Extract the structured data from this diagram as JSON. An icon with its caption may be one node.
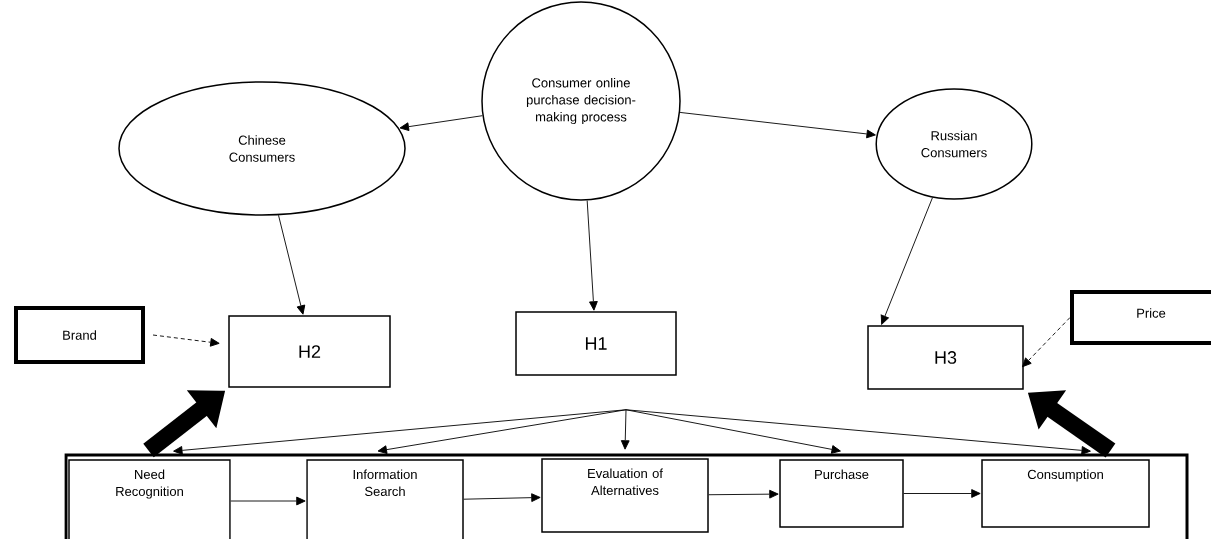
{
  "diagram": {
    "nodes": [
      {
        "text": [
          "Consumer online purchase decision-making process"
        ]
      },
      {
        "text": [
          "Chinese Consumers"
        ]
      },
      {
        "text": [
          "Russian Consumers"
        ]
      },
      {
        "text": [
          "Brand"
        ]
      },
      {
        "text": [
          "H2"
        ]
      },
      {
        "text": [
          "H1"
        ]
      },
      {
        "text": [
          "H3"
        ]
      },
      {
        "text": [
          "Price"
        ]
      },
      {
        "text": [],
        "shape": "box"
      },
      {
        "text": [
          "Need Recognition"
        ],
        "in": 8
      },
      {
        "text": [
          "Information Search"
        ],
        "in": 8
      },
      {
        "text": [
          "Evaluation of Alternatives"
        ],
        "in": 8
      },
      {
        "text": [
          "Purchase"
        ],
        "in": 8
      },
      {
        "text": [
          "Consumption"
        ],
        "in": 8
      }
    ],
    "edges": [
      {
        "from": 0,
        "to": 1,
        "arrow": "to"
      },
      {
        "from": 0,
        "to": 5,
        "arrow": "to"
      },
      {
        "from": 0,
        "to": 2,
        "arrow": "to"
      },
      {
        "from": 1,
        "to": 4,
        "arrow": "to"
      },
      {
        "from": 2,
        "to": 6,
        "arrow": "to"
      },
      {
        "from": 3,
        "to": 4,
        "arrow": "to",
        "style": "dashed"
      },
      {
        "from": 7,
        "to": 6,
        "arrow": "to",
        "style": "dashed"
      },
      {
        "from": 8,
        "to": 4,
        "arrow": "to",
        "style": "thick"
      },
      {
        "from": 8,
        "to": 6,
        "arrow": "to",
        "style": "thick"
      },
      {
        "from": 5,
        "to": 9,
        "arrow": "to"
      },
      {
        "from": 5,
        "to": 10,
        "arrow": "to"
      },
      {
        "from": 5,
        "to": 11,
        "arrow": "to"
      },
      {
        "from": 5,
        "to": 12,
        "arrow": "to"
      },
      {
        "from": 5,
        "to": 13,
        "arrow": "to"
      },
      {
        "from": 9,
        "to": 10,
        "arrow": "to"
      },
      {
        "from": 10,
        "to": 11,
        "arrow": "to"
      },
      {
        "from": 11,
        "to": 12,
        "arrow": "to"
      },
      {
        "from": 12,
        "to": 13,
        "arrow": "to"
      }
    ]
  }
}
